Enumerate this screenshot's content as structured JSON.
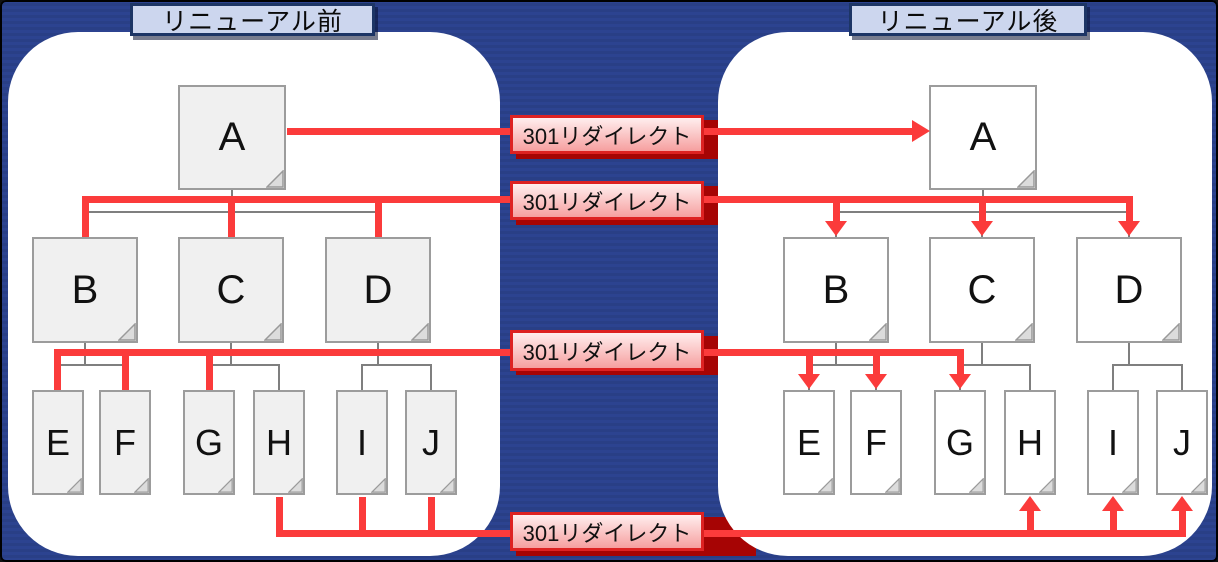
{
  "panels": [
    {
      "key": "before",
      "label": "リニューアル前",
      "pages": [
        {
          "letter": "A"
        },
        {
          "letter": "B"
        },
        {
          "letter": "C"
        },
        {
          "letter": "D"
        },
        {
          "letter": "E"
        },
        {
          "letter": "F"
        },
        {
          "letter": "G"
        },
        {
          "letter": "H"
        },
        {
          "letter": "I"
        },
        {
          "letter": "J"
        }
      ]
    },
    {
      "key": "after",
      "label": "リニューアル後",
      "pages": [
        {
          "letter": "A"
        },
        {
          "letter": "B"
        },
        {
          "letter": "C"
        },
        {
          "letter": "D"
        },
        {
          "letter": "E"
        },
        {
          "letter": "F"
        },
        {
          "letter": "G"
        },
        {
          "letter": "H"
        },
        {
          "letter": "I"
        },
        {
          "letter": "J"
        }
      ]
    }
  ],
  "redirects": [
    {
      "label": "301リダイレクト"
    },
    {
      "label": "301リダイレクト"
    },
    {
      "label": "301リダイレクト"
    },
    {
      "label": "301リダイレクト"
    }
  ],
  "colors": {
    "background": "#2c4390",
    "accent_red": "#fb3b3b",
    "redirect_border": "#dd2222",
    "redirect_grad_top": "#ffeeee",
    "redirect_grad_bottom": "#f69f9f",
    "redirect_shadow": "#a60404",
    "page_fill_before": "#f0f0f0",
    "page_fill_after": "#ffffff",
    "page_border": "#9c9c9c",
    "connector": "#7f7f7f",
    "label_fill": "#ccd6ee",
    "label_border": "#1c3565"
  }
}
